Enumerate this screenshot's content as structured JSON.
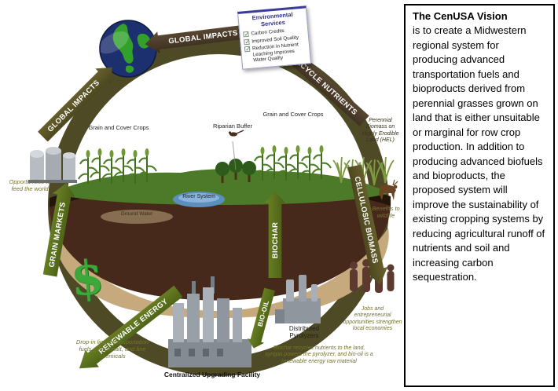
{
  "panel": {
    "title": "The CenUSA Vision",
    "body": "is to create a Midwestern regional system for producing advanced transportation fuels and bioproducts derived from perennial grasses grown on land that is either unsuitable or marginal for row crop production. In addition to producing advanced biofuels and bioproducts, the proposed system will improve the sustainability of existing cropping systems by reducing agricultural runoff of nutrients and soil and increasing carbon sequestration."
  },
  "diagram": {
    "icons": {
      "check": "✓"
    },
    "env_services": {
      "title": "Environmental Services",
      "items": [
        "Carbon Credits",
        "Improved Soil Quality",
        "Reduction in Nutrient Leaching Improves Water Quality"
      ]
    },
    "arrows": {
      "global_impacts_top": "GLOBAL IMPACTS",
      "global_impacts_left": "GLOBAL IMPACTS",
      "recycle_nutrients": "RECYCLE NUTRIENTS",
      "cellulosic_biomass": "CELLULOSIC BIOMASS",
      "biochar": "BIOCHAR",
      "bio_oil": "BIO-OIL",
      "renewable_energy": "RENEWABLE ENERGY",
      "grain_markets": "GRAIN MARKETS"
    },
    "labels": {
      "grain_cover_crops_left": "Grain and Cover Crops",
      "grain_cover_crops_right": "Grain and Cover Crops",
      "riparian_buffer": "Riparian Buffer",
      "perennial_biomass": "Perennial Biomass on Highly Erodible Land (HEL)",
      "river_system": "River System",
      "ground_water": "Ground Water",
      "benefits_wildlife": "Benefits to wildlife",
      "feed_world": "Opportunities to feed the world",
      "dollar": "$",
      "distributed_pyrolyzers": "Distributed Pyrolyzers",
      "jobs": "Jobs and entrepreneurial opportunities strengthen local economies",
      "central_facility": "Centralized Upgrading Facility",
      "biochar_note": "Biochar recycles nutrients to the land, syngas powers the pyrolyzer, and bio-oil is a renewable energy raw material",
      "dropin_fuels": "Drop-in liquid transportation fuels, bioasphalt, and fine chemicals"
    },
    "colors": {
      "ring_olive": "#4f4a26",
      "arrow_dark": "#3a2d1e",
      "arrow_green": "#5c7a1f",
      "label_olive": "#74742a",
      "dollar_green": "#3aa93a",
      "soil_brown": "#46291a",
      "grass_green": "#4d7a28",
      "river_blue": "#5b8fc0",
      "env_title_blue": "#2e2e8f",
      "check_green": "#2f9e2f",
      "globe_sea": "#1c2f6e",
      "globe_land": "#34a02c",
      "people_maroon": "#5d3a30"
    }
  }
}
